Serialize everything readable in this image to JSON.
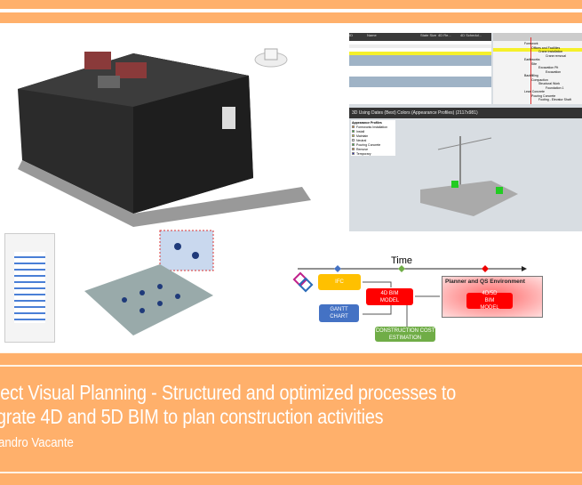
{
  "title_line1": "ject Visual Planning - Structured and optimized processes to",
  "title_line2": "grate 4D and 5D BIM to plan construction activities",
  "author": "andro Vacante",
  "colors": {
    "accent": "#ffb06b",
    "building": "#2b2b2b"
  },
  "bim_panel": {
    "columns": [
      "ID",
      "Name",
      "State Size",
      "4D Re...",
      "4D Schedul..."
    ],
    "view_title": "3D Using Dates (Best) Colors (Appearance Profiles) (2117x981)",
    "legend_title": "Appearance Profiles",
    "legend": [
      {
        "label": "Formworks Installation",
        "color": "#f28c1c"
      },
      {
        "label": "Install",
        "color": "#22cc22"
      },
      {
        "label": "Maintain",
        "color": "#e8e020"
      },
      {
        "label": "Neutral",
        "color": "#ffffff"
      },
      {
        "label": "Pouring Concrete",
        "color": "#22cc22"
      },
      {
        "label": "Remove",
        "color": "#f28c1c"
      },
      {
        "label": "Temporary",
        "color": "#1010cc"
      }
    ],
    "gantt_tasks": [
      "Formwork",
      "Offices and Facilities",
      "Crane Installation",
      "Crane removal",
      "Earthworks",
      "Site",
      "Excavation Pit",
      "Excavation",
      "Backfilling",
      "Compaction",
      "Structural Work",
      "Foundation 1",
      "Lean Concrete",
      "Pouring Concrete",
      "Footing - Elevator Shaft"
    ]
  },
  "diagram": {
    "time_label": "Time",
    "ifc": "IFC",
    "bim4d": "4D BIM MODEL",
    "gantt": "GANTT CHART",
    "cost": "CONSTRUCTION COST ESTIMATION",
    "env_title": "Planner and QS Environment",
    "bim45d": "4D/5D BIM MODEL"
  }
}
